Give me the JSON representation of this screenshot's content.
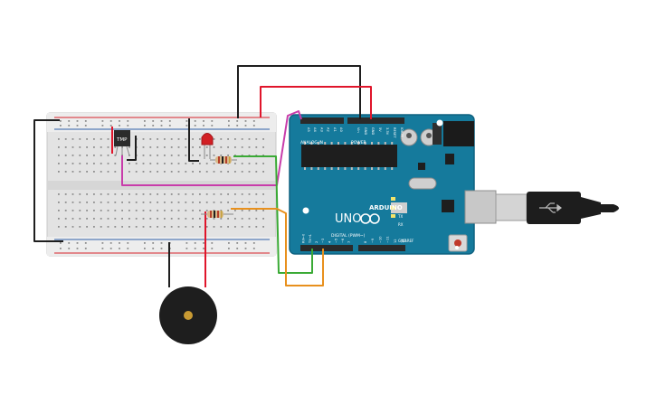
{
  "colors": {
    "wire_black": "#1e1e1e",
    "wire_red": "#e0152b",
    "wire_magenta": "#c83caa",
    "wire_green": "#3aaa35",
    "wire_orange": "#e8901d",
    "board_blue": "#157a9c",
    "breadboard": "#e6e6e6",
    "rail_red": "#d8232a",
    "rail_blue": "#2f5fa8",
    "led_red": "#d21f24"
  },
  "sensor": {
    "label": "TMP"
  },
  "arduino": {
    "model": "UNO",
    "brand": "ARDUINO",
    "digital_header": "DIGITAL (PWM~)",
    "analog_header": "ANALOG IN",
    "power_header": "POWER",
    "aref": "AREF",
    "gnd": "GND",
    "tx_label": "TX",
    "rx_label": "RX",
    "l_label": "L",
    "analog_pins": [
      "A0",
      "A1",
      "A2",
      "A3",
      "A4",
      "A5"
    ],
    "power_pins": [
      "IOREF",
      "RESET",
      "3.3V",
      "5V",
      "GND",
      "GND",
      "Vin"
    ],
    "digital_pins": [
      "13",
      "12",
      "~11",
      "~10",
      "~9",
      "8",
      "7",
      "~6",
      "~5",
      "4",
      "~3",
      "2",
      "TX→1",
      "RX←0"
    ]
  }
}
